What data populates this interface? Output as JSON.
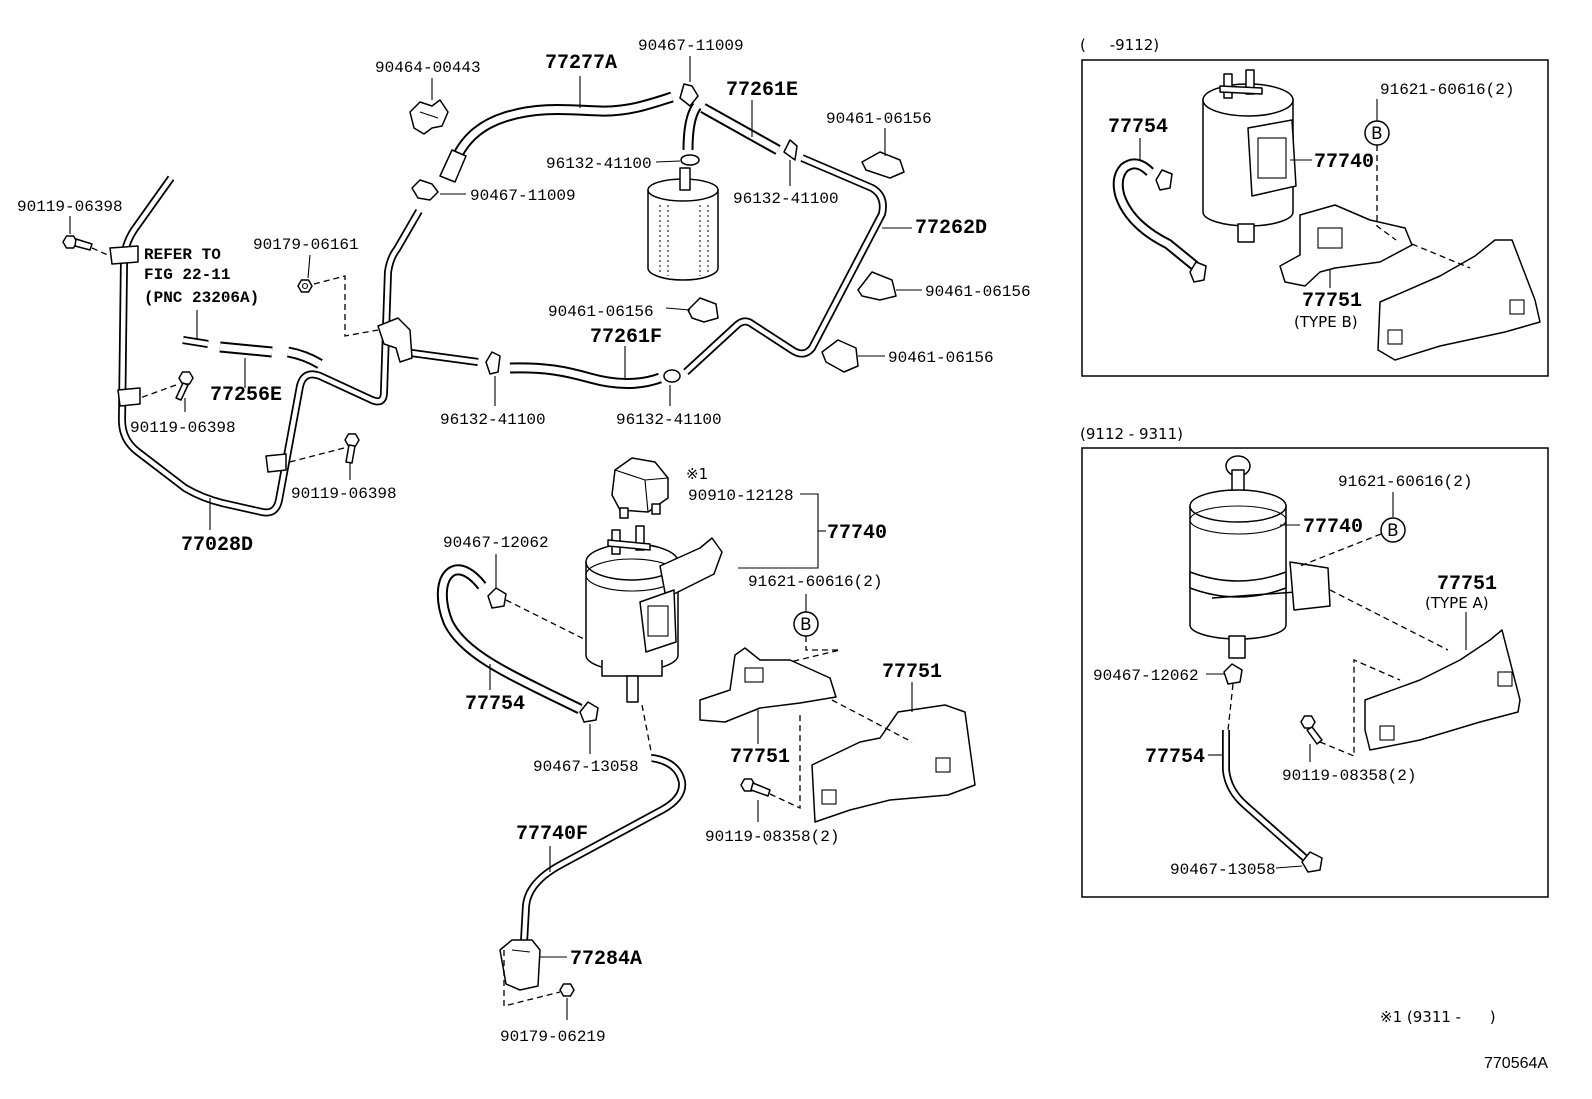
{
  "main_labels": [
    "90464-00443",
    "77277A",
    "90467-11009",
    "77261E",
    "90461-06156",
    "96132-41100",
    "96132-41100",
    "90467-11009",
    "77262D",
    "90119-06398",
    "90179-06161",
    "90461-06156",
    "77261F",
    "90461-06156",
    "90461-06156",
    "77256E",
    "90119-06398",
    "96132-41100",
    "96132-41100",
    "90119-06398",
    "77028D",
    "※1",
    "90910-12128",
    "77740",
    "90467-12062",
    "91621-60616(2)",
    "77751",
    "77754",
    "77751",
    "90467-13058",
    "90119-08358(2)",
    "77740F",
    "77284A",
    "90179-06219"
  ],
  "reference_note": [
    "REFER TO",
    "FIG 22-11",
    "(PNC 23206A)"
  ],
  "marker": "B",
  "box_early": {
    "range": "(     -9112)",
    "labels": [
      "91621-60616(2)",
      "77754",
      "77740",
      "77751",
      "(TYPE B)"
    ],
    "marker": "B"
  },
  "box_late": {
    "range": "(9112 - 9311)",
    "labels": [
      "91621-60616(2)",
      "77740",
      "77751",
      "(TYPE A)",
      "90467-12062",
      "77754",
      "90119-08358(2)",
      "90467-13058"
    ],
    "marker": "B"
  },
  "footnote": "※1 (9311 -      )",
  "figure_id": "770564A"
}
